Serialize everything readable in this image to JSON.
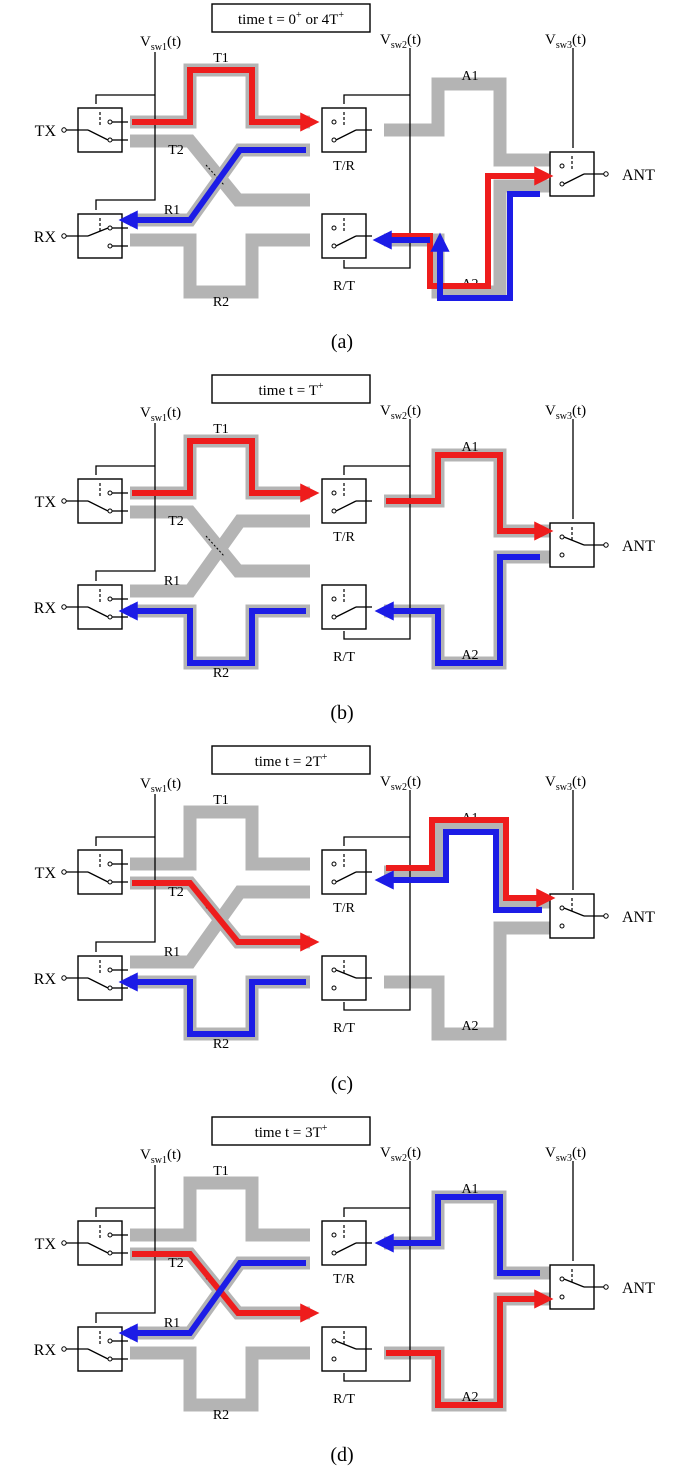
{
  "colors": {
    "tx_path": "#ee1c1c",
    "rx_path": "#1c1ce6",
    "line": "#b4b4b4"
  },
  "labels": {
    "tx": "TX",
    "rx": "RX",
    "ant": "ANT",
    "vsw1": "V",
    "vsw1_sub": "sw1",
    "vsw2": "V",
    "vsw2_sub": "sw2",
    "vsw3": "V",
    "vsw3_sub": "sw3",
    "time_arg": "(t)",
    "tr": "T/R",
    "rt": "R/T",
    "t1": "T1",
    "t2": "T2",
    "r1": "R1",
    "r2": "R2",
    "a1": "A1",
    "a2": "A2"
  },
  "panels": [
    {
      "caption": "(a)",
      "title": "time t = 0",
      "title_sup": "+",
      "title_mid": " or 4T",
      "title_sup2": "+",
      "sw_tx": "open",
      "sw_rx": "closed",
      "sw_tr": "closed",
      "sw_rt": "closed",
      "sw_ant": "down",
      "red": [
        "t1",
        "a2_in"
      ],
      "blue": [
        "r1_out",
        "a2_out",
        "a2_back"
      ]
    },
    {
      "caption": "(b)",
      "title": "time t = T",
      "title_sup": "+",
      "title_mid": "",
      "title_sup2": "",
      "sw_tx": "open",
      "sw_rx": "open",
      "sw_tr": "closed",
      "sw_rt": "closed",
      "sw_ant": "up",
      "red": [
        "t1",
        "a1"
      ],
      "blue": [
        "r2",
        "a2b"
      ]
    },
    {
      "caption": "(c)",
      "title": "time t = 2T",
      "title_sup": "+",
      "title_mid": "",
      "title_sup2": "",
      "sw_tx": "open",
      "sw_rx": "open",
      "sw_tr": "closed",
      "sw_rt": "open",
      "sw_ant": "up",
      "red": [
        "t2x",
        "a1c"
      ],
      "blue": [
        "r2",
        "a1c_back"
      ]
    },
    {
      "caption": "(d)",
      "title": "time t = 3T",
      "title_sup": "+",
      "title_mid": "",
      "title_sup2": "",
      "sw_tx": "open",
      "sw_rx": "open",
      "sw_tr": "closed",
      "sw_rt": "open",
      "sw_ant": "up",
      "red": [
        "t2x",
        "a2d"
      ],
      "blue": [
        "r1_out",
        "a1d"
      ]
    }
  ]
}
